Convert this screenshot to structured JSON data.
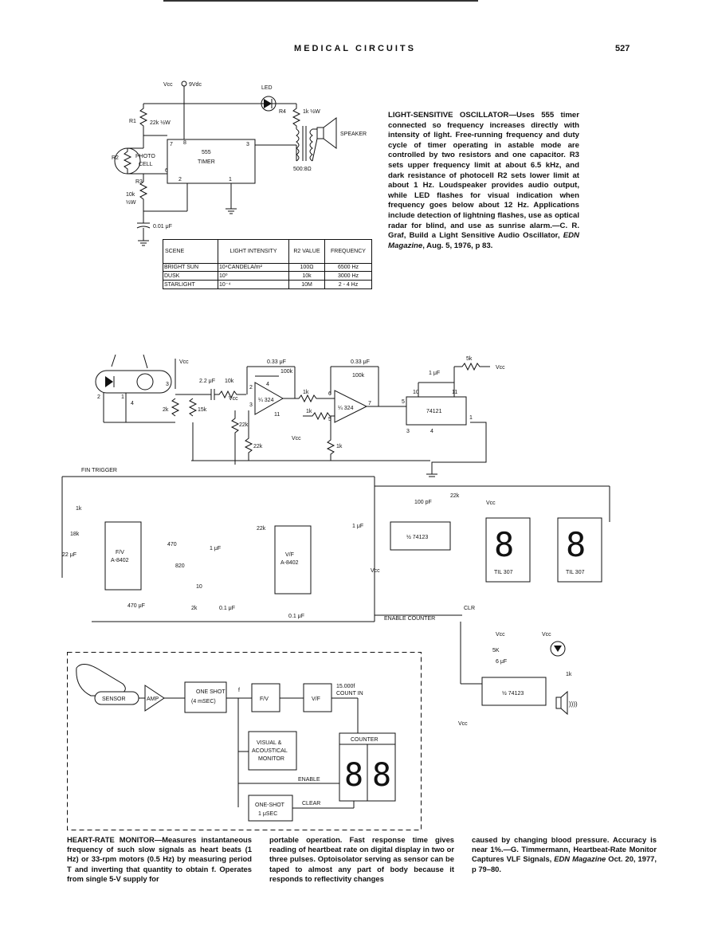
{
  "page": {
    "header_title": "MEDICAL CIRCUITS",
    "page_number": "527"
  },
  "oscillator": {
    "caption_title": "LIGHT-SENSITIVE OSCILLATOR",
    "caption_body": "—Uses 555 timer connected so frequency increases directly with intensity of light. Free-running frequency and duty cycle of timer operating in astable mode are controlled by two resistors and one capacitor. R3 sets upper frequency limit at about 6.5 kHz, and dark resistance of photocell R2 sets lower limit at about 1 Hz. Loudspeaker provides audio output, while LED flashes for visual indication when frequency goes below about 12 Hz. Applications include detection of lightning flashes, use as optical radar for blind, and use as sunrise alarm.—C. R. Graf, Build a Light Sensitive Audio Oscillator, ",
    "caption_source": "EDN Magazine",
    "caption_date": ", Aug. 5, 1976, p 83.",
    "schematic": {
      "vcc": "Vcc",
      "vcc_value": "9Vdc",
      "r1": "R1",
      "r1_value": "22k ½W",
      "r2": "R2",
      "photocell": "PHOTO",
      "photocell2": "CELL",
      "r3": "R3",
      "r3_value": "10k",
      "r3_value2": "½W",
      "cap": "0.01 μF",
      "led": "LED",
      "r4": "R4",
      "r4_value": "1k ½W",
      "speaker": "SPEAKER",
      "xfmr": "500:8Ω",
      "timer_name": "555",
      "timer_sub": "TIMER",
      "pins": [
        "7",
        "8",
        "3",
        "6",
        "2",
        "1"
      ]
    },
    "table": {
      "headers": [
        "SCENE",
        "LIGHT INTENSITY",
        "R2 VALUE",
        "FREQUENCY"
      ],
      "rows": [
        [
          "BRIGHT SUN",
          "10⁴CANDELA/m²",
          "100Ω",
          "6500 Hz"
        ],
        [
          "DUSK",
          "10⁰",
          "10k",
          "3000 Hz"
        ],
        [
          "STARLIGHT",
          "10⁻⁴",
          "10M",
          "2 - 4 Hz"
        ]
      ]
    }
  },
  "heart_rate": {
    "labels": {
      "vcc": "Vcc",
      "c1": "0.33 μF",
      "c2": "0.33 μF",
      "r100k_1": "100k",
      "r100k_2": "100k",
      "c22": "2.2 μF",
      "r10k": "10k",
      "op1": "¼ 324",
      "op2": "¼ 324",
      "r1k_a": "1k",
      "r1k_b": "1k",
      "r1k_c": "1k",
      "r2k": "2k",
      "r15k": "15k",
      "r22k_a": "22k",
      "r22k_b": "22k",
      "ic74121": "74121",
      "c1uF": "1 μF",
      "r5k": "5k",
      "fin": "FIN TRIGGER",
      "fv": "F/V",
      "fv_part": "A-8402",
      "vf": "V/F",
      "vf_part": "A-8402",
      "r18k": "18k",
      "c22uF": "22 μF",
      "r470": "470",
      "r820": "820",
      "c1uFb": "1 μF",
      "c470uF": "470 μF",
      "r10": "10",
      "r2kb": "2k",
      "c01uF": "0.1 μF",
      "c01uF_b": "0.1 μF",
      "c100pF": "100 pF",
      "r22kc": "22k",
      "ic74123a": "½ 74123",
      "til1": "TIL 307",
      "til2": "TIL 307",
      "clr": "CLR",
      "enable_counter": "ENABLE COUNTER",
      "ic74123b": "½ 74123",
      "r5kb": "5K",
      "c6uF": "6 μF",
      "r1kd": "1k"
    },
    "block": {
      "sensor": "SENSOR",
      "amp": "AMP",
      "oneshot": "ONE SHOT",
      "oneshot_sub": "(4 mSEC)",
      "f": "f",
      "fv": "F/V",
      "vf": "V/F",
      "count_in": "15.000f",
      "count_in2": "COUNT IN",
      "monitor1": "VISUAL &",
      "monitor2": "ACOUSTICAL",
      "monitor3": "MONITOR",
      "counter": "COUNTER",
      "enable": "ENABLE",
      "oneshot2": "ONE-SHOT",
      "oneshot2_sub": "1 μSEC",
      "clear": "CLEAR"
    },
    "caption_col1_title": "HEART-RATE MONITOR",
    "caption_col1": "—Measures instantaneous frequency of such slow signals as heart beats (1 Hz) or 33-rpm motors (0.5 Hz) by measuring period T and inverting that quantity to obtain f. Operates from single 5-V supply for",
    "caption_col2": "portable operation. Fast response time gives reading of heartbeat rate on digital display in two or three pulses. Optoisolator serving as sensor can be taped to almost any part of body because it responds to reflectivity changes",
    "caption_col3a": "caused by changing blood pressure. Accuracy is near 1%.—G. Timmermann, Heartbeat-Rate Monitor Captures VLF Signals, ",
    "caption_col3_source": "EDN Magazine",
    "caption_col3b": " Oct. 20, 1977, p 79–80."
  }
}
